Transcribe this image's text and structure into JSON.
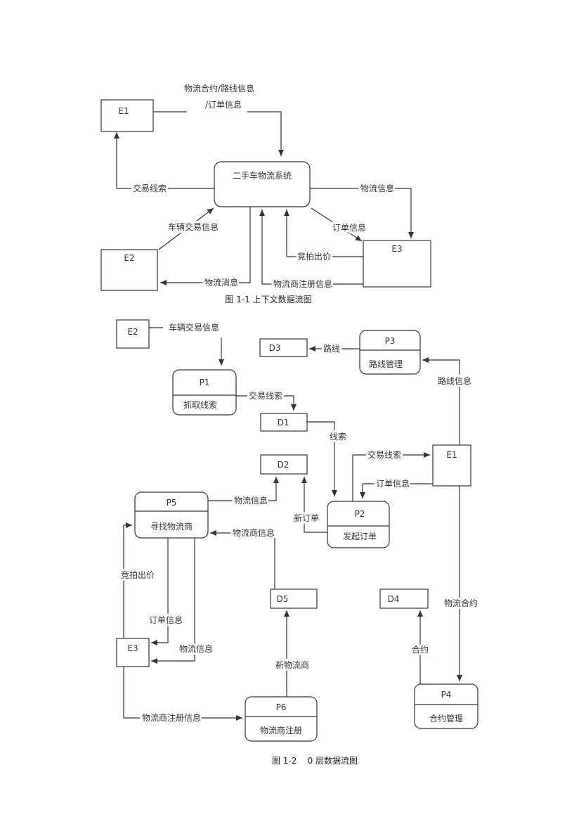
{
  "diagram1": {
    "entities": {
      "e1": "E1",
      "e2": "E2",
      "e3": "E3"
    },
    "system": "二手车物流系统",
    "flows": {
      "contract_route_line1": "物流合约/路线信息",
      "contract_route_line2": "/订单信息",
      "trade_clue": "交易线索",
      "vehicle_trade_info": "车辆交易信息",
      "logistics_info": "物流信息",
      "order_info": "订单信息",
      "bid_price": "竞拍出价",
      "logistics_msg": "物流消息",
      "provider_register_info": "物流商注册信息"
    },
    "caption": "图 1-1 上下文数据流图"
  },
  "diagram2": {
    "entities": {
      "e2": "E2",
      "e1": "E1",
      "e3": "E3"
    },
    "stores": {
      "d1": "D1",
      "d2": "D2",
      "d3": "D3",
      "d4": "D4",
      "d5": "D5"
    },
    "processes": {
      "p1": {
        "id": "P1",
        "name": "抓取线索"
      },
      "p2": {
        "id": "P2",
        "name": "发起订单"
      },
      "p3": {
        "id": "P3",
        "name": "路线管理"
      },
      "p4": {
        "id": "P4",
        "name": "合约管理"
      },
      "p5": {
        "id": "P5",
        "name": "寻找物流商"
      },
      "p6": {
        "id": "P6",
        "name": "物流商注册"
      }
    },
    "flows": {
      "vehicle_trade_info": "车辆交易信息",
      "trade_clue_p1": "交易线索",
      "route": "路线",
      "route_info": "路线信息",
      "clue": "线索",
      "trade_clue_e1": "交易线索",
      "order_info_e1": "订单信息",
      "logistics_info_p5": "物流信息",
      "new_order": "新订单",
      "provider_info": "物流商信息",
      "bid_price": "竞拍出价",
      "order_info_e3": "订单信息",
      "logistics_info_e3": "物流信息",
      "new_provider": "新物流商",
      "contract": "合约",
      "logistics_contract": "物流合约",
      "provider_register_info": "物流商注册信息"
    },
    "caption": "图 1-2    0 层数据流图"
  }
}
